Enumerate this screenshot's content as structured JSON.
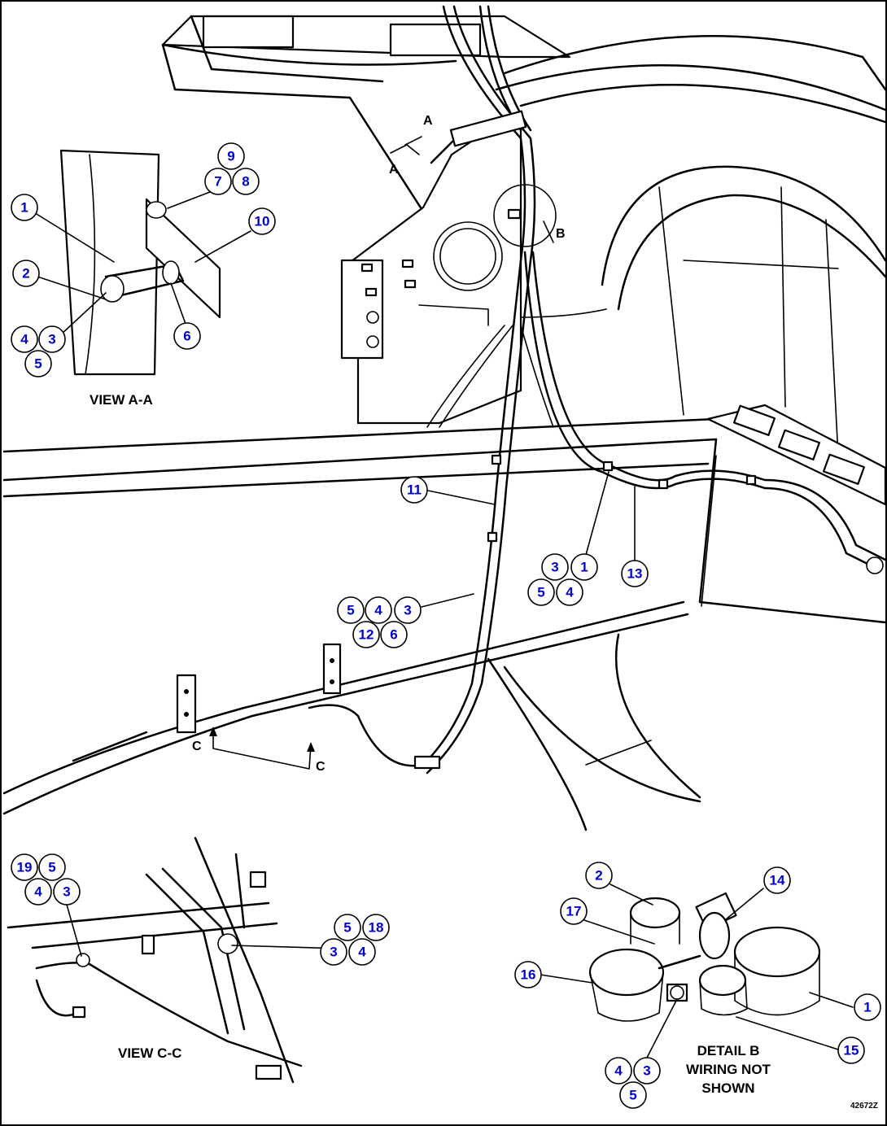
{
  "labels": {
    "view_aa": "VIEW A-A",
    "view_cc": "VIEW C-C",
    "detail_b_1": "DETAIL B",
    "detail_b_2": "WIRING NOT",
    "detail_b_3": "SHOWN",
    "section_a1": "A",
    "section_a2": "A",
    "section_b": "B",
    "section_c1": "C",
    "section_c2": "C",
    "drawing_no": "42672Z"
  },
  "callouts": {
    "aa_9": "9",
    "aa_7": "7",
    "aa_8": "8",
    "aa_10": "10",
    "aa_1": "1",
    "aa_2": "2",
    "aa_4": "4",
    "aa_3": "3",
    "aa_5": "5",
    "aa_6": "6",
    "m_11": "11",
    "m_3a": "3",
    "m_1": "1",
    "m_5a": "5",
    "m_4a": "4",
    "m_13": "13",
    "m_5b": "5",
    "m_4b": "4",
    "m_3b": "3",
    "m_12": "12",
    "m_6": "6",
    "cc_19": "19",
    "cc_5a": "5",
    "cc_4a": "4",
    "cc_3a": "3",
    "cc_5b": "5",
    "cc_18": "18",
    "cc_3b": "3",
    "cc_4b": "4",
    "db_2": "2",
    "db_14": "14",
    "db_17": "17",
    "db_16": "16",
    "db_1": "1",
    "db_15": "15",
    "db_4": "4",
    "db_3": "3",
    "db_5": "5"
  }
}
